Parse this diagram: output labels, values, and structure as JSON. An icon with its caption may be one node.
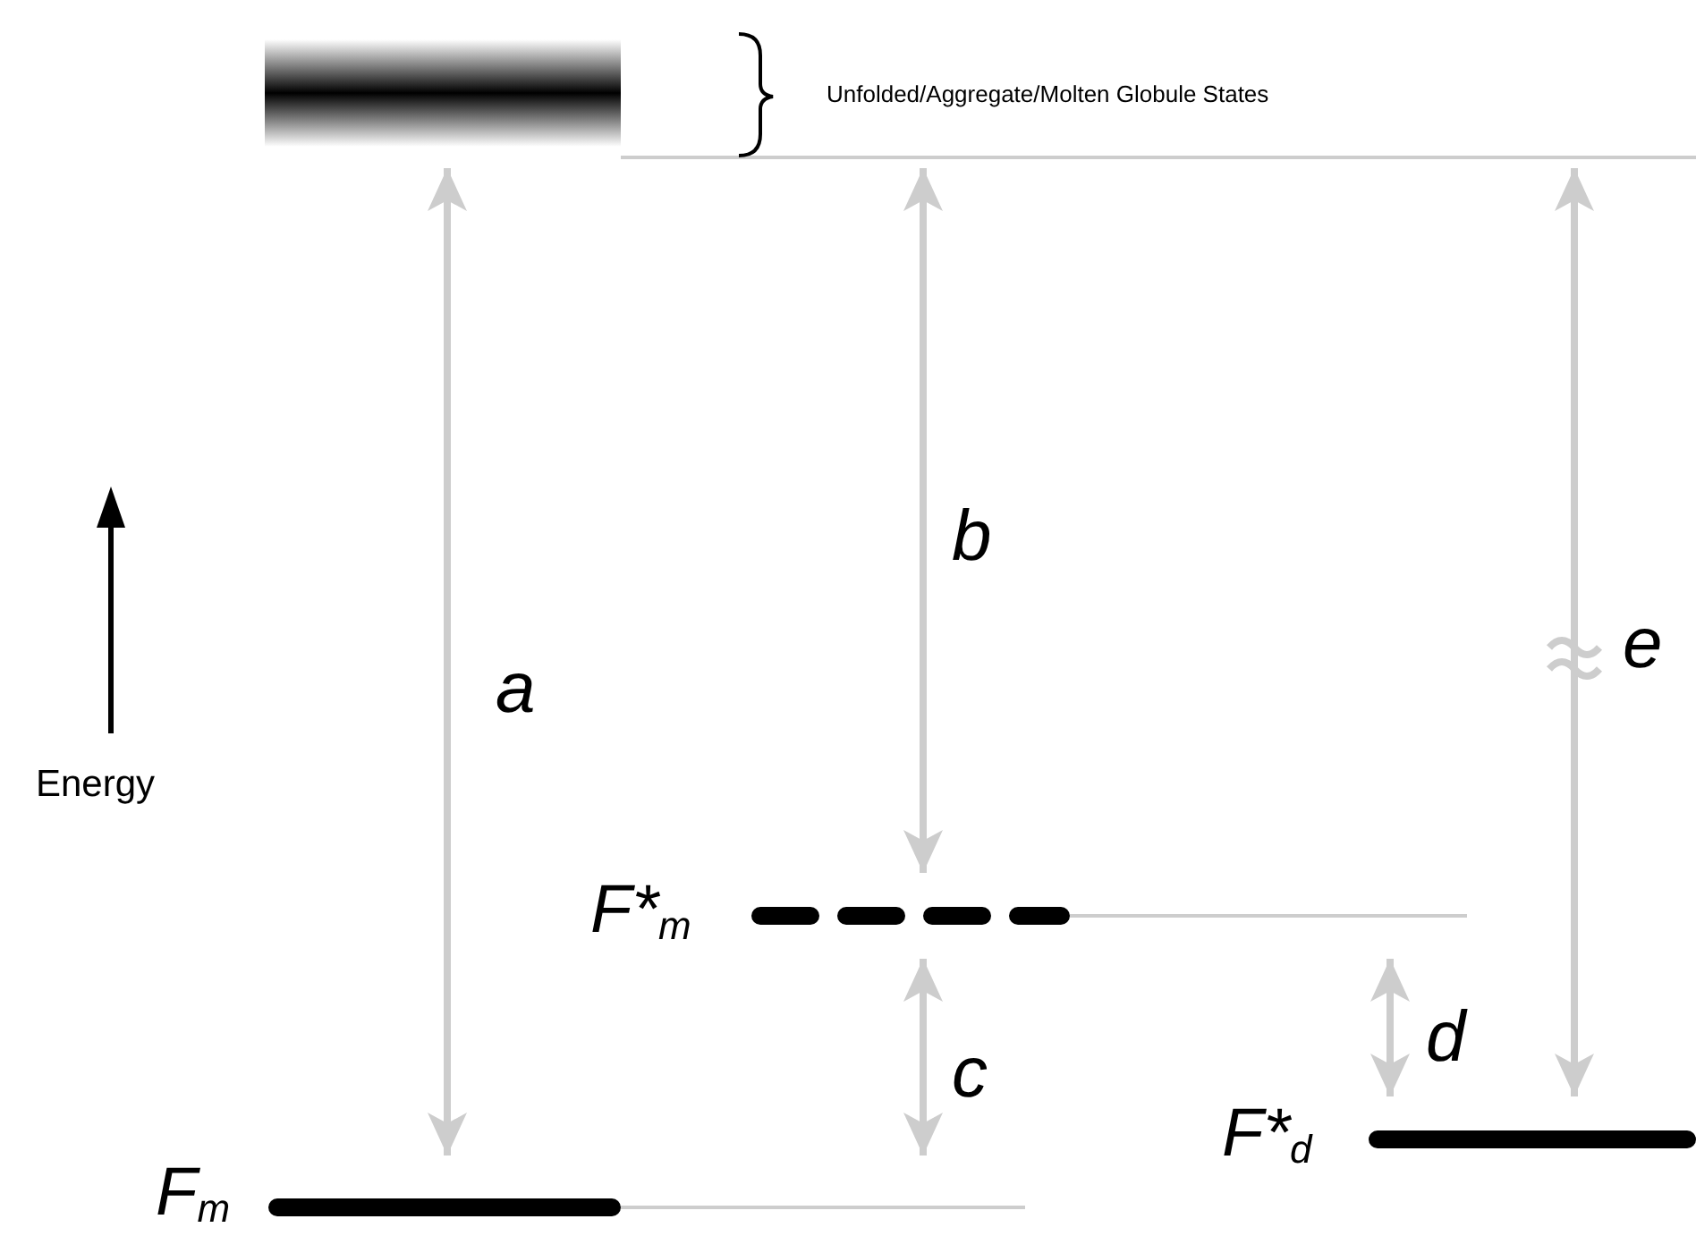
{
  "diagram": {
    "nodes": [
      {
        "text": [
          "Unfolded/Aggregate/Molten Globule States"
        ]
      },
      {
        "text": [
          "F*$_{m}$"
        ]
      },
      {
        "text": [
          "F*$_{d}$"
        ]
      },
      {
        "text": [
          "F$_{m}$"
        ]
      }
    ],
    "edges": [
      {
        "from": 0,
        "to": 3,
        "arrow": "both",
        "label": "a"
      },
      {
        "from": 0,
        "to": 1,
        "arrow": "both",
        "label": "b"
      },
      {
        "from": 1,
        "to": 3,
        "arrow": "both",
        "label": "c"
      },
      {
        "from": 1,
        "to": 2,
        "arrow": "both",
        "label": "d"
      },
      {
        "from": 0,
        "to": 2,
        "arrow": "both",
        "label": "e"
      }
    ],
    "labels": [
      "Energy"
    ]
  }
}
